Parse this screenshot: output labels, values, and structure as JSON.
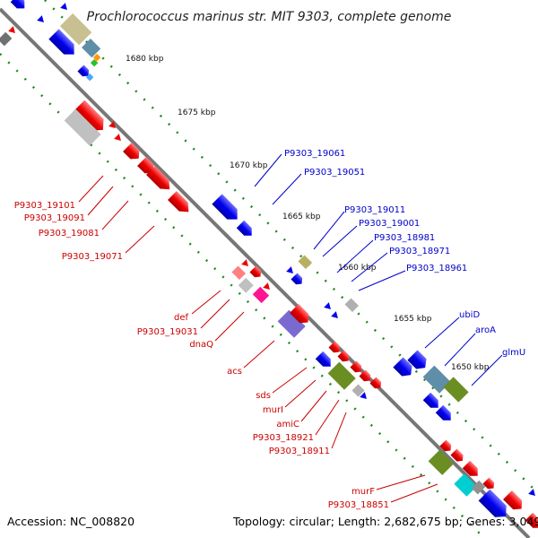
{
  "title": "Prochlorococcus marinus str. MIT 9303, complete genome",
  "footer": {
    "accession": "Accession: NC_008820",
    "topology": "Topology: circular; Length: 2,682,675 bp; Genes: 3,049"
  },
  "kbp_ticks": [
    "1680 kbp",
    "1675 kbp",
    "1670 kbp",
    "1665 kbp",
    "1660 kbp",
    "1655 kbp",
    "1650 kbp"
  ],
  "labels_red": [
    "P9303_19101",
    "P9303_19091",
    "P9303_19081",
    "P9303_19071",
    "def",
    "P9303_19031",
    "dnaQ",
    "acs",
    "sds",
    "murI",
    "amiC",
    "P9303_18921",
    "P9303_18911",
    "murF",
    "P9303_18851"
  ],
  "labels_blue": [
    "P9303_19061",
    "P9303_19051",
    "P9303_19011",
    "P9303_19001",
    "P9303_18981",
    "P9303_18971",
    "P9303_18961",
    "ubiD",
    "aroA",
    "glmU"
  ],
  "colors": {
    "forward_gene": "#ee0000",
    "reverse_gene": "#0000ee",
    "backbone": "#888888",
    "tick_dots": "#228822",
    "olive": "#6b8e23",
    "gray": "#b0b0b0",
    "slate": "#6a5acd",
    "magenta": "#ff1493",
    "cyan": "#00ced1",
    "khaki": "#bdb76b"
  }
}
